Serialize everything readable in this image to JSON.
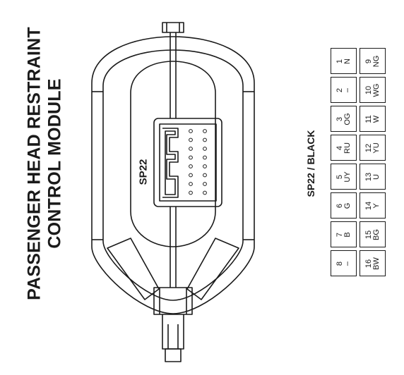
{
  "title": {
    "line1": "PASSENGER HEAD RESTRAINT",
    "line2": "CONTROL MODULE"
  },
  "device_label": "SP22",
  "connector_label": "SP22 / BLACK",
  "pins": [
    {
      "num": "1",
      "wire": "N"
    },
    {
      "num": "2",
      "wire": "–"
    },
    {
      "num": "3",
      "wire": "OG"
    },
    {
      "num": "4",
      "wire": "RU"
    },
    {
      "num": "5",
      "wire": "UY"
    },
    {
      "num": "6",
      "wire": "G"
    },
    {
      "num": "7",
      "wire": "B"
    },
    {
      "num": "8",
      "wire": "–"
    },
    {
      "num": "9",
      "wire": "NG"
    },
    {
      "num": "10",
      "wire": "WG"
    },
    {
      "num": "11",
      "wire": "W"
    },
    {
      "num": "12",
      "wire": "YU"
    },
    {
      "num": "13",
      "wire": "U"
    },
    {
      "num": "14",
      "wire": "Y"
    },
    {
      "num": "15",
      "wire": "BG"
    },
    {
      "num": "16",
      "wire": "BW"
    }
  ]
}
